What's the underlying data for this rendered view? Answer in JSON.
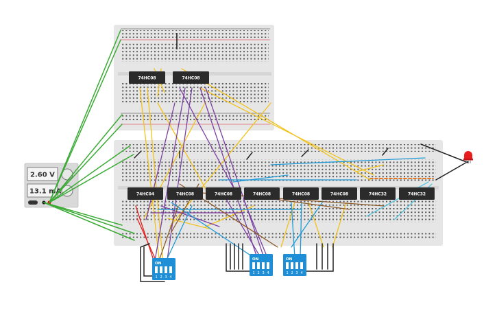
{
  "power_supply": {
    "voltage_display": "2.60 V",
    "current_display": "13.1 mA"
  },
  "top_breadboard": {
    "chips": [
      "74HC08",
      "74HC08"
    ]
  },
  "main_breadboard": {
    "chips": [
      "74HC04",
      "74HC08",
      "74HC08",
      "74HC08",
      "74HC08",
      "74HC08",
      "74HC32",
      "74HC32"
    ]
  },
  "dip_switches": [
    {
      "on_label": "ON",
      "positions": [
        "1",
        "2",
        "3",
        "4"
      ]
    },
    {
      "on_label": "ON",
      "positions": [
        "1",
        "2",
        "3",
        "4"
      ]
    },
    {
      "on_label": "ON",
      "positions": [
        "1",
        "2",
        "3",
        "4"
      ]
    }
  ],
  "colors": {
    "board": "#e6e6e6",
    "chip": "#2b2b2b",
    "wire_green": "#3aaa35",
    "wire_yellow": "#f2c21b",
    "wire_purple": "#7b3fa0",
    "wire_blue": "#1f9ad6",
    "wire_brown": "#8b5a2b",
    "wire_red": "#e0201c",
    "wire_black": "#222222",
    "dip_blue": "#1e8fd6",
    "led_red": "#e81e1e"
  }
}
